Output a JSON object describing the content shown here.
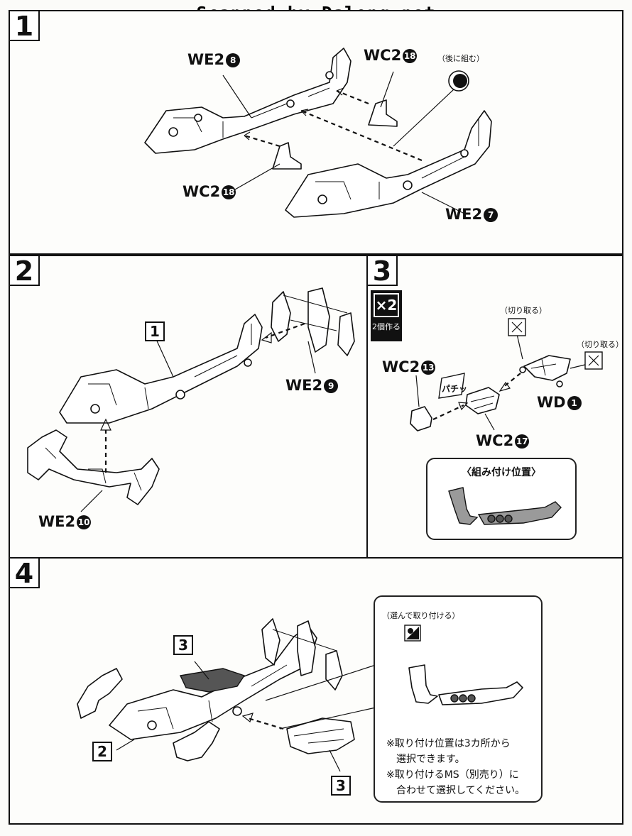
{
  "banner": "Scanned by Dalong.net",
  "steps": [
    {
      "number": "1",
      "labels": {
        "we2_8": {
          "text": "WE2",
          "part": "8"
        },
        "wc2_18_top": {
          "text": "WC2",
          "part": "18"
        },
        "wc2_18_bottom": {
          "text": "WC2",
          "part": "18"
        },
        "we2_7": {
          "text": "WE2",
          "part": "7"
        }
      },
      "note": "後に組む"
    },
    {
      "number": "2",
      "ref_box": "1",
      "labels": {
        "we2_9": {
          "text": "WE2",
          "part": "9"
        },
        "we2_10": {
          "text": "WE2",
          "part": "10"
        }
      }
    },
    {
      "number": "3",
      "multiplier": "×2",
      "multiplier_caption": "2個作る",
      "cut_note_1": "切り取る",
      "cut_note_2": "切り取る",
      "labels": {
        "wc2_13": {
          "text": "WC2",
          "part": "13"
        },
        "wd_1": {
          "text": "WD",
          "part": "1"
        },
        "wc2_17": {
          "text": "WC2",
          "part": "17"
        }
      },
      "press_label": "パチッ",
      "position_title": "〈組み付け位置〉"
    },
    {
      "number": "4",
      "ref_boxes": {
        "top_left": "3",
        "bottom_left": "2",
        "bottom_right": "3"
      },
      "info_title": "選んで取り付ける",
      "info_lines": [
        "※取り付け位置は3カ所から",
        "選択できます。",
        "※取り付けるMS（別売り）に",
        "合わせて選択してください。"
      ]
    }
  ]
}
